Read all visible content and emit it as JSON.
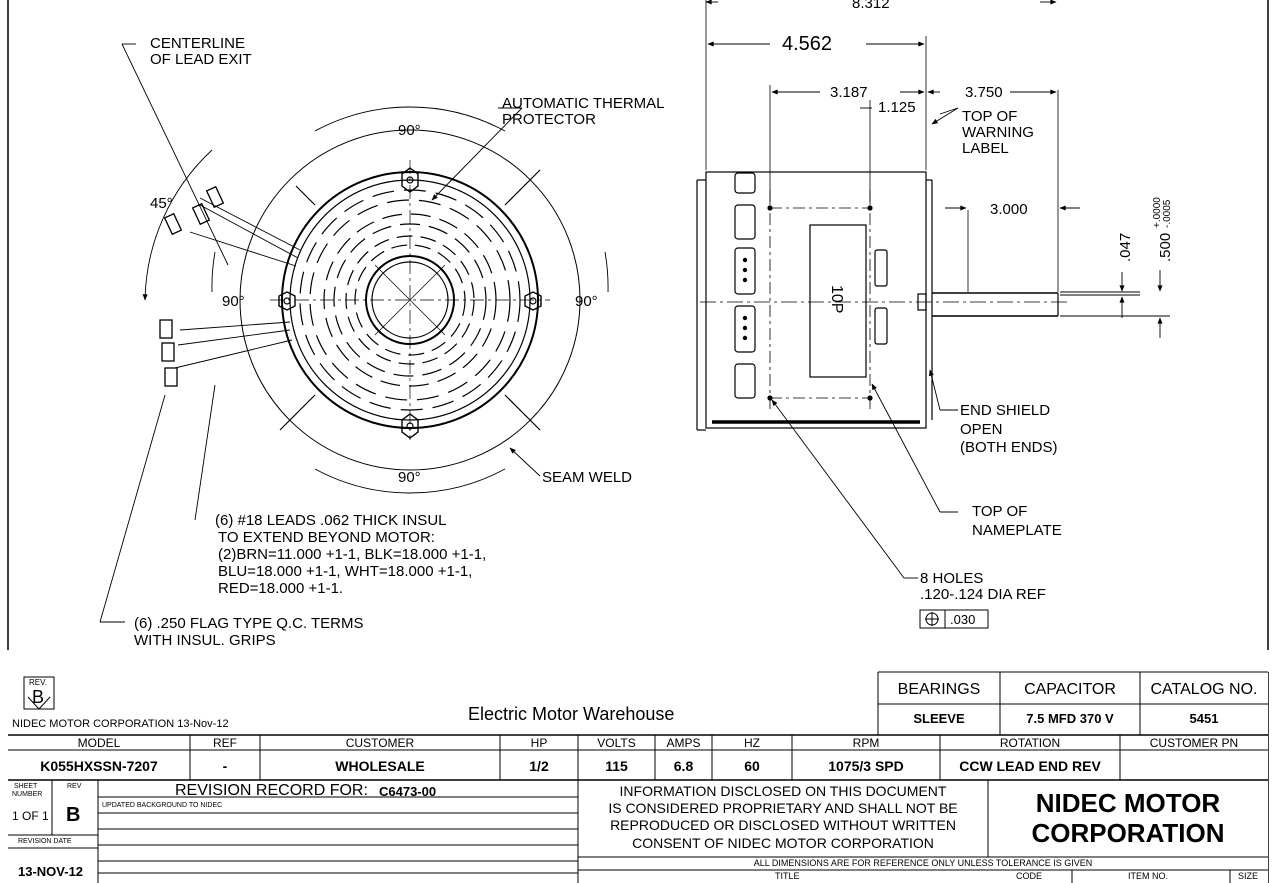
{
  "dims": {
    "overall": "8.312",
    "front_to_mount": "4.562",
    "d3187": "3.187",
    "d1125": "1.125",
    "d3750": "3.750",
    "d3000": "3.000",
    "d047": ".047",
    "shaft_dia": ".500",
    "tol_plus": "+.0000",
    "tol_minus": "-.0005"
  },
  "angles": {
    "top": "90°",
    "left": "90°",
    "right": "90°",
    "bottom": "90°",
    "lead": "45°"
  },
  "notes": {
    "centerline_1": "CENTERLINE",
    "centerline_2": "OF LEAD EXIT",
    "thermal_1": "AUTOMATIC THERMAL",
    "thermal_2": "PROTECTOR",
    "warning_1": "TOP OF",
    "warning_2": "WARNING",
    "warning_3": "LABEL",
    "endshield_1": "END SHIELD",
    "endshield_2": "OPEN",
    "endshield_3": "(BOTH ENDS)",
    "seam": "SEAM WELD",
    "nameplate_1": "TOP OF",
    "nameplate_2": "NAMEPLATE",
    "holes_1": "8 HOLES",
    "holes_2": ".120-.124 DIA REF",
    "holes_tol": ".030",
    "leads_1": "(6) #18 LEADS .062 THICK INSUL",
    "leads_2": "TO EXTEND BEYOND MOTOR:",
    "leads_3": "(2)BRN=11.000 +1-1, BLK=18.000 +1-1,",
    "leads_4": "BLU=18.000 +1-1, WHT=18.000 +1-1,",
    "leads_5": "RED=18.000 +1-1.",
    "terms_1": "(6) .250 FLAG TYPE Q.C. TERMS",
    "terms_2": "WITH INSUL. GRIPS",
    "nameplate_mark": "10P"
  },
  "title_block": {
    "rev_label": "REV.",
    "rev": "B",
    "company_date": "NIDEC MOTOR CORPORATION 13-Nov-12",
    "warehouse": "Electric Motor Warehouse",
    "spec_headers": [
      "BEARINGS",
      "CAPACITOR",
      "CATALOG NO."
    ],
    "spec_values": [
      "SLEEVE",
      "7.5 MFD 370 V",
      "5451"
    ],
    "headers": [
      "MODEL",
      "REF",
      "CUSTOMER",
      "HP",
      "VOLTS",
      "AMPS",
      "HZ",
      "RPM",
      "ROTATION",
      "CUSTOMER PN"
    ],
    "values": [
      "K055HXSSN-7207",
      "-",
      "WHOLESALE",
      "1/2",
      "115",
      "6.8",
      "60",
      "1075/3 SPD",
      "CCW LEAD END REV",
      ""
    ],
    "sheet_label_1": "SHEET",
    "sheet_label_2": "NUMBER",
    "sheet": "1 OF 1",
    "rev_col_label": "REV",
    "rev_col": "B",
    "revision_record": "REVISION RECORD FOR:",
    "revision_record_id": "C6473-00",
    "revision_note": "UPDATED BACKGROUND TO NIDEC",
    "revision_date_label": "REVISION DATE",
    "revision_date": "13-NOV-12",
    "proprietary": [
      "INFORMATION DISCLOSED ON THIS DOCUMENT",
      "IS CONSIDERED PROPRIETARY AND SHALL NOT BE",
      "REPRODUCED OR DISCLOSED WITHOUT WRITTEN",
      "CONSENT OF NIDEC MOTOR CORPORATION"
    ],
    "logo_1": "NIDEC MOTOR",
    "logo_2": "CORPORATION",
    "dims_note": "ALL DIMENSIONS ARE FOR REFERENCE ONLY UNLESS TOLERANCE IS GIVEN",
    "footer_labels": [
      "TITLE",
      "CODE",
      "ITEM NO.",
      "SIZE"
    ]
  }
}
